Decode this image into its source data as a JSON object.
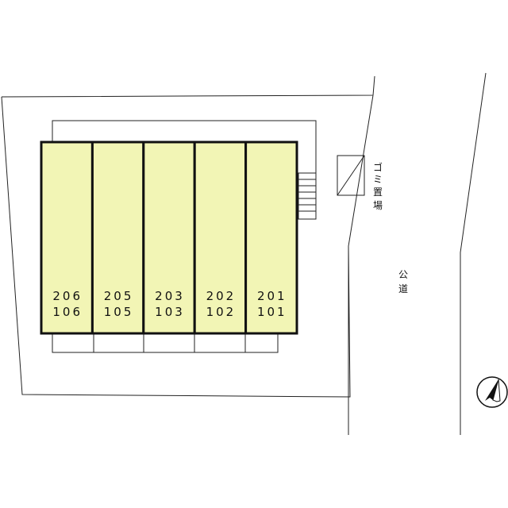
{
  "colors": {
    "unit_fill": "#f2f5b5",
    "line": "#222222",
    "thick_line": "#111111"
  },
  "units": [
    {
      "upper": "206",
      "lower": "106"
    },
    {
      "upper": "205",
      "lower": "105"
    },
    {
      "upper": "203",
      "lower": "103"
    },
    {
      "upper": "202",
      "lower": "102"
    },
    {
      "upper": "201",
      "lower": "101"
    }
  ],
  "garbage_area": {
    "chars": [
      "ゴ",
      "ミ",
      "置",
      "場"
    ]
  },
  "public_road": {
    "chars": [
      "公",
      "道"
    ]
  },
  "north_arrow": {
    "icon": "north-arrow-icon"
  }
}
